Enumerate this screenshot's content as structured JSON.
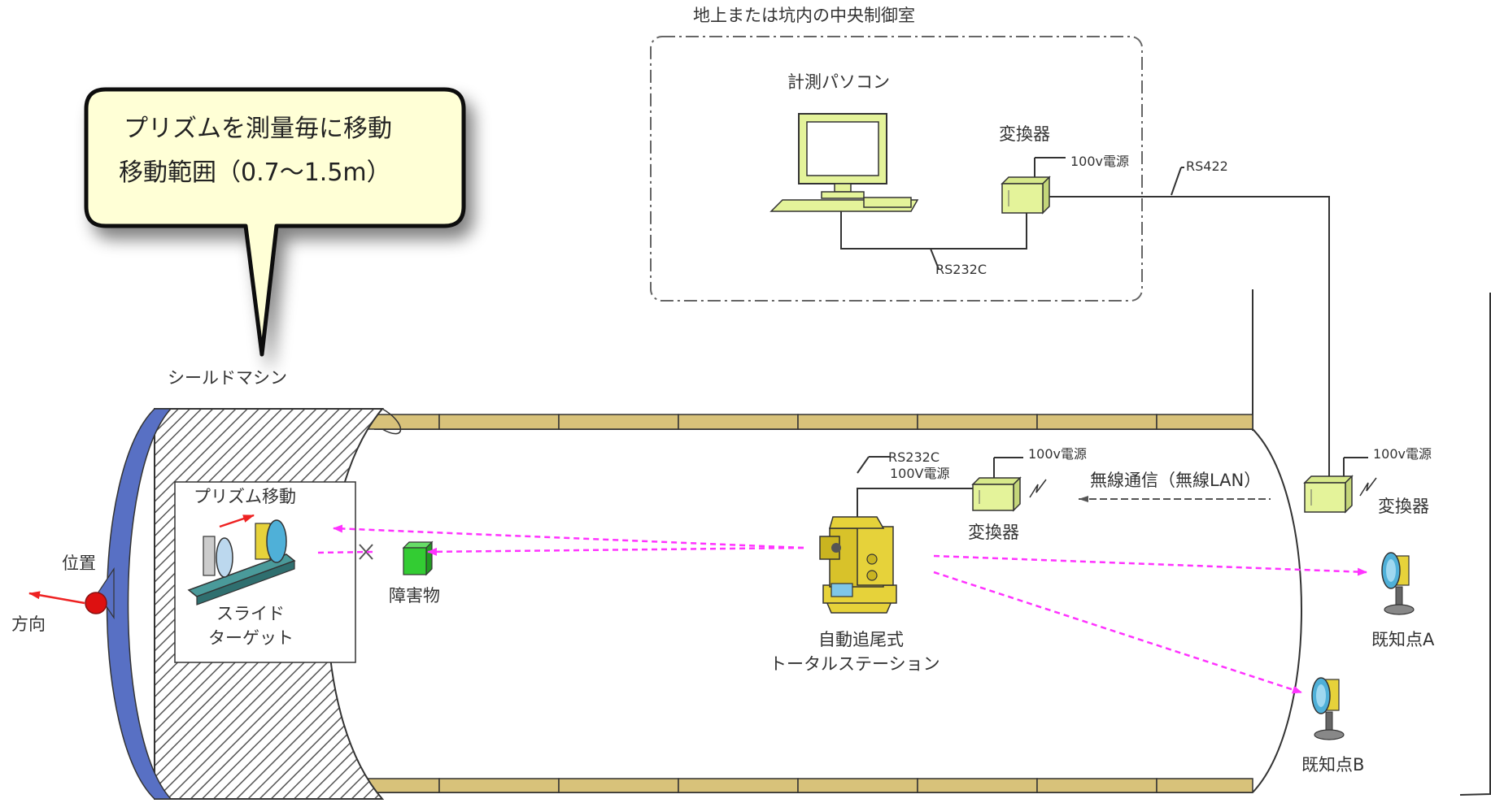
{
  "control_room": {
    "title": "地上または坑内の中央制御室",
    "pc_label": "計測パソコン",
    "converter_label": "変換器",
    "power_label": "100v電源",
    "rs232c_label": "RS232C",
    "rs422_label": "RS422"
  },
  "callout": {
    "line1": "プリズムを測量毎に移動",
    "line2": "移動範囲（0.7～1.5m）"
  },
  "shield": {
    "title": "シールドマシン",
    "prism_move": "プリズム移動",
    "slide_target_line1": "スライド",
    "slide_target_line2": "ターゲット",
    "position_label": "位置",
    "direction_label": "方向"
  },
  "tunnel": {
    "obstacle_label": "障害物",
    "station_rs232c": "RS232C",
    "station_power": "100V電源",
    "station_converter_power": "100v電源",
    "station_converter_label": "変換器",
    "wireless_label": "無線通信（無線LAN）",
    "right_converter_power": "100v電源",
    "right_converter_label": "変換器",
    "total_station_line1": "自動追尾式",
    "total_station_line2": "トータルステーション",
    "known_point_a": "既知点A",
    "known_point_b": "既知点B"
  },
  "colors": {
    "equipment": "#e4f39a",
    "shield_rim": "#5870c4",
    "segment": "#d8c27a",
    "laser": "#ff33ff",
    "callout_bg": "#ffffd6",
    "obstacle": "#33cc33",
    "slide_target_bar": "#4a9a9a",
    "position_dot": "#dd1111"
  }
}
